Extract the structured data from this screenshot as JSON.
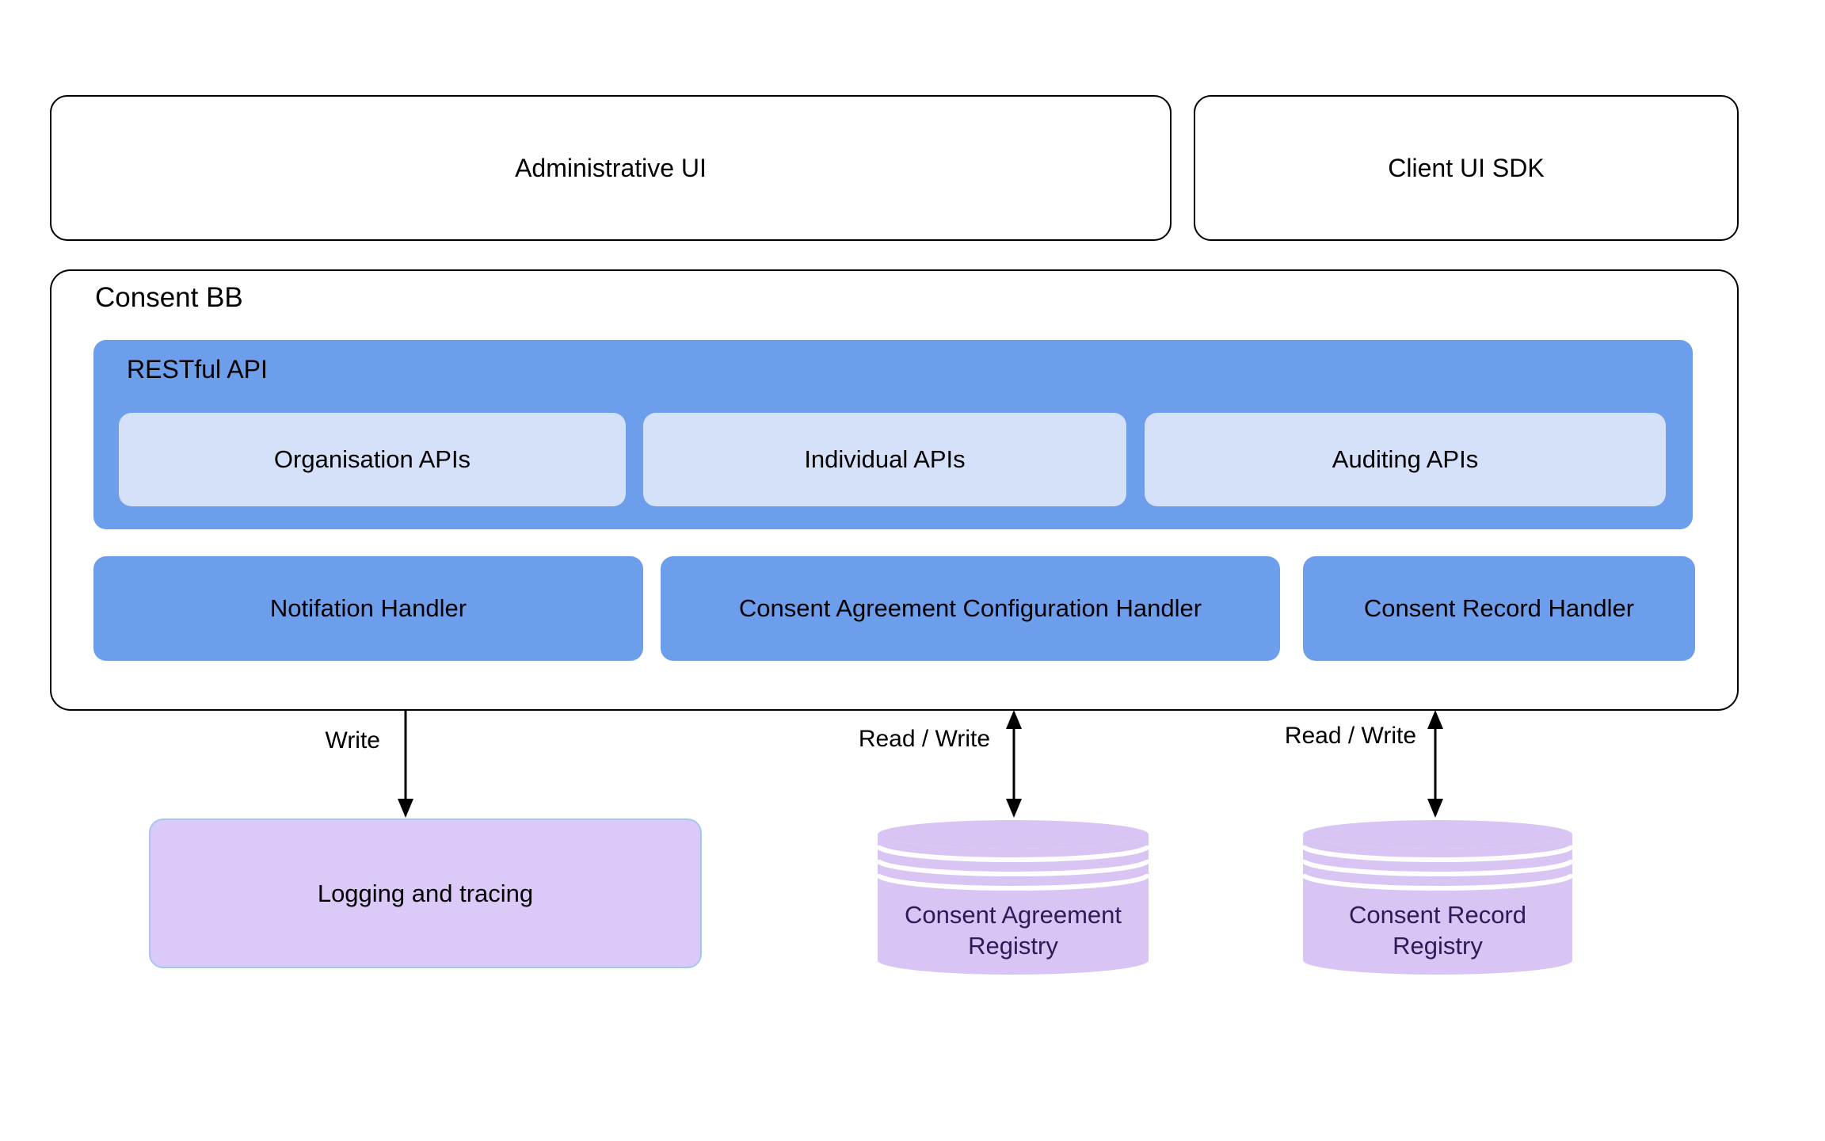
{
  "colors": {
    "blue": "#6d9eeb",
    "light_blue": "#d5e0f9",
    "purple": "#dbc9f8",
    "purple_border": "#a7c5f2",
    "cylinder_purple": "#d8c5f4",
    "registry_text": "#2d1b58",
    "line": "#000000",
    "text": "#000000",
    "background": "#ffffff"
  },
  "top_row": {
    "admin_box": "Administrative UI",
    "client_box": "Client UI SDK"
  },
  "consent_bb": {
    "title": "Consent BB",
    "restful_api": {
      "title": "RESTful API",
      "apis": [
        "Organisation APIs",
        "Individual APIs",
        "Auditing APIs"
      ]
    },
    "handlers": [
      "Notifation Handler",
      "Consent Agreement Configuration Handler",
      "Consent Record Handler"
    ]
  },
  "connections": {
    "write_label": "Write",
    "agreement_label": "Read / Write",
    "record_label": "Read / Write"
  },
  "datastores": {
    "logging": "Logging and tracing",
    "agreement_registry": {
      "line1": "Consent Agreement",
      "line2": "Registry"
    },
    "record_registry": {
      "line1": "Consent Record",
      "line2": "Registry"
    }
  }
}
